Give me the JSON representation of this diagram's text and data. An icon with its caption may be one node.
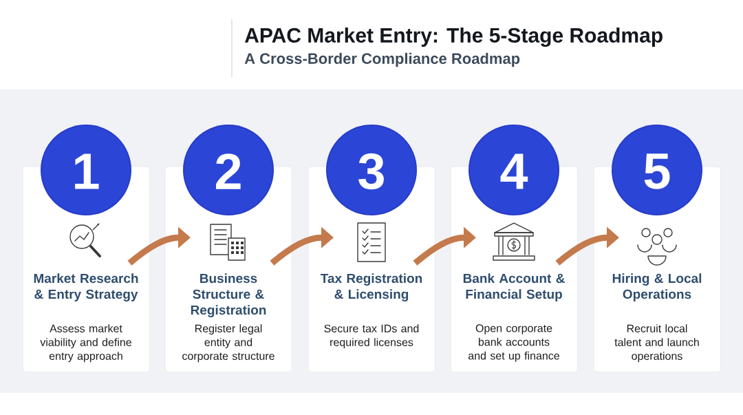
{
  "diagram": {
    "title": "APAC Market Entry: The 5-Stage Roadmap",
    "nodes": [
      {
        "text": [
          "1",
          "Market Research & Entry Strategy",
          "Assess market viability and define entry approach"
        ]
      },
      {
        "text": [
          "2",
          "Business Structure & Registration",
          "Register legal entity and corporate structure"
        ]
      },
      {
        "text": [
          "3",
          "Tax Registration & Licensing",
          "Secure tax IDs and required licenses"
        ]
      },
      {
        "text": [
          "4",
          "Bank Account & Financial Setup",
          "Open corporate bank accounts and set up finance"
        ]
      },
      {
        "text": [
          "5",
          "Hiring & Local Operations",
          "Recruit local talent and launch operations"
        ]
      }
    ],
    "edges": [
      {
        "from": 0,
        "to": 1,
        "arrow": "to"
      },
      {
        "from": 1,
        "to": 2,
        "arrow": "to"
      },
      {
        "from": 2,
        "to": 3,
        "arrow": "to"
      },
      {
        "from": 3,
        "to": 4,
        "arrow": "to"
      }
    ],
    "labels": [
      "A Cross-Border Compliance Roadmap"
    ]
  }
}
